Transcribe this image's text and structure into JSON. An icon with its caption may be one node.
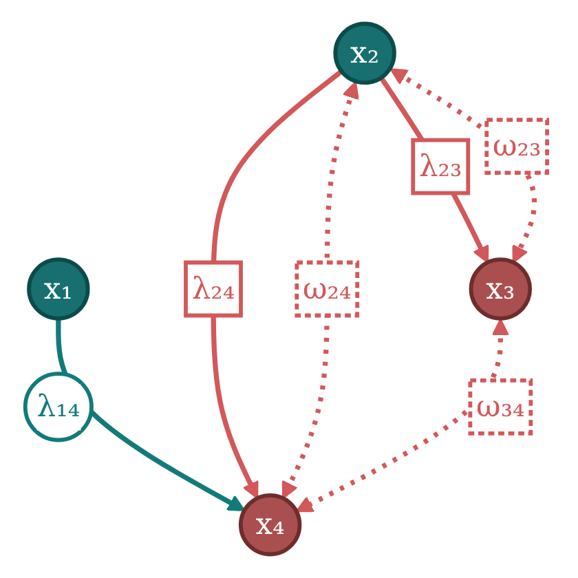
{
  "diagram": {
    "nodes": [
      {
        "text": [
          "x₁"
        ]
      },
      {
        "text": [
          "x₂"
        ]
      },
      {
        "text": [
          "x₃"
        ]
      },
      {
        "text": [
          "x₄"
        ]
      }
    ],
    "edges": [
      {
        "from": 0,
        "to": 3,
        "arrow": "to",
        "label": "λ₁₄",
        "color": "#127b79"
      },
      {
        "from": 1,
        "to": 2,
        "arrow": "to",
        "label": "λ₂₃"
      },
      {
        "from": 1,
        "to": 3,
        "arrow": "to",
        "label": "λ₂₄"
      },
      {
        "from": 1,
        "to": 2,
        "arrow": "both",
        "label": "ω₂₃",
        "style": "dashed"
      },
      {
        "from": 1,
        "to": 3,
        "arrow": "both",
        "label": "ω₂₄",
        "style": "dashed"
      },
      {
        "from": 2,
        "to": 3,
        "arrow": "both",
        "label": "ω₃₄",
        "style": "dashed"
      }
    ]
  }
}
